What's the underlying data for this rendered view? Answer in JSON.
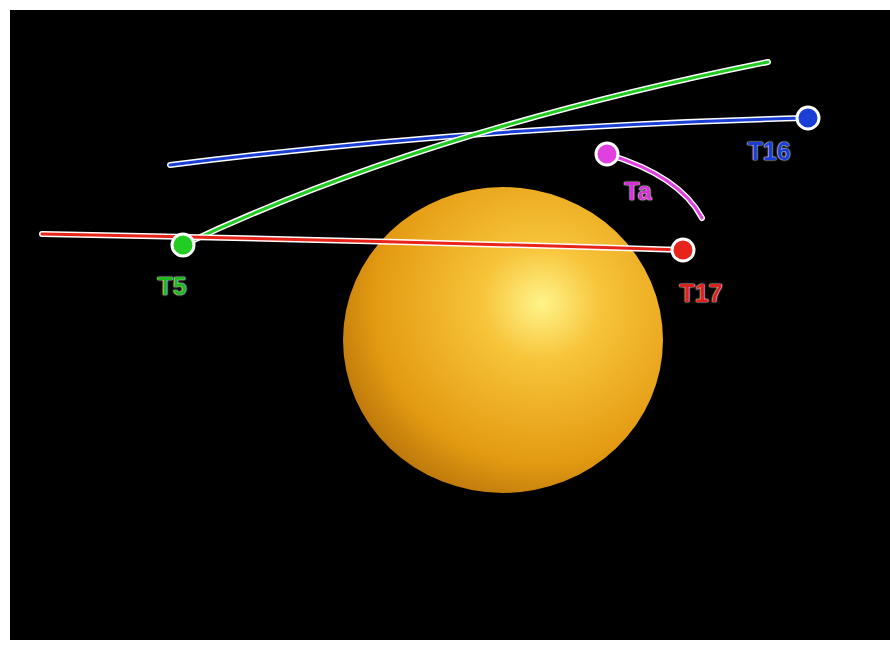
{
  "diagram": {
    "labels": [
      "T16",
      "Ta",
      "T5",
      "T17"
    ]
  }
}
